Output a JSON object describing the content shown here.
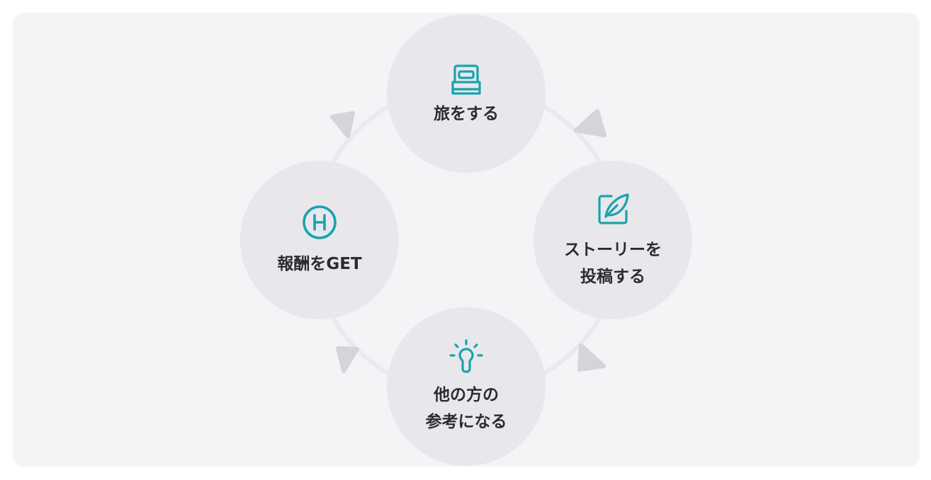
{
  "colors": {
    "panel_background": "#f4f4f7",
    "node_fill": "#e8e8ec",
    "ring_stroke": "#e9e9ee",
    "arrow_fill": "#d4d4da",
    "icon_teal": "#1aa3ad",
    "label_text": "#2b2b33"
  },
  "cycle": {
    "steps": [
      {
        "icon": "bed-icon",
        "label_line1": "旅をする",
        "label_line2": ""
      },
      {
        "icon": "edit-leaf-icon",
        "label_line1": "ストーリーを",
        "label_line2": "投稿する"
      },
      {
        "icon": "lightbulb-icon",
        "label_line1": "他の方の",
        "label_line2": "参考になる"
      },
      {
        "icon": "h-coin-icon",
        "label_line1": "報酬をGET",
        "label_line2": ""
      }
    ],
    "direction": "clockwise"
  }
}
